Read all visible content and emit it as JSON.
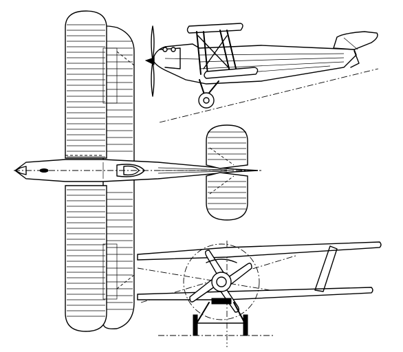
{
  "drawing": {
    "ink_color": "#000000",
    "paper_color": "#ffffff",
    "views": [
      "plan-view",
      "side-view",
      "front-view"
    ]
  }
}
